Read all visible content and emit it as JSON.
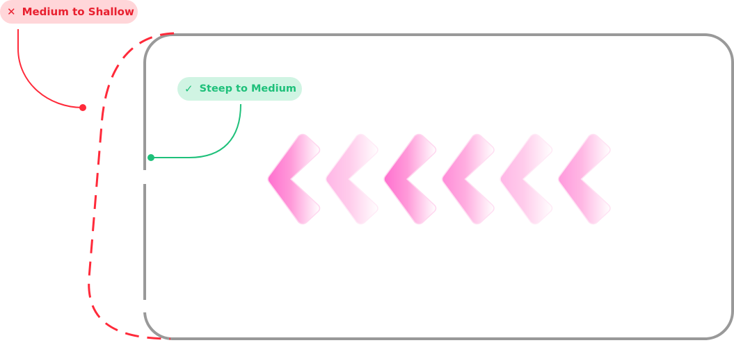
{
  "labels": {
    "bad": {
      "text": "Medium to Shallow",
      "icon": "x-icon",
      "color": "#e8202f",
      "bg": "#ffd6d9"
    },
    "good": {
      "text": "Steep to Medium",
      "icon": "check-icon",
      "color": "#1ec07a",
      "bg": "#d0f4e3"
    }
  },
  "chevrons": {
    "count": 6,
    "color": "#ff6fcf",
    "opacities": [
      1,
      0.5,
      1,
      0.8,
      0.5,
      0.7
    ]
  },
  "colors": {
    "frame": "#999999"
  }
}
